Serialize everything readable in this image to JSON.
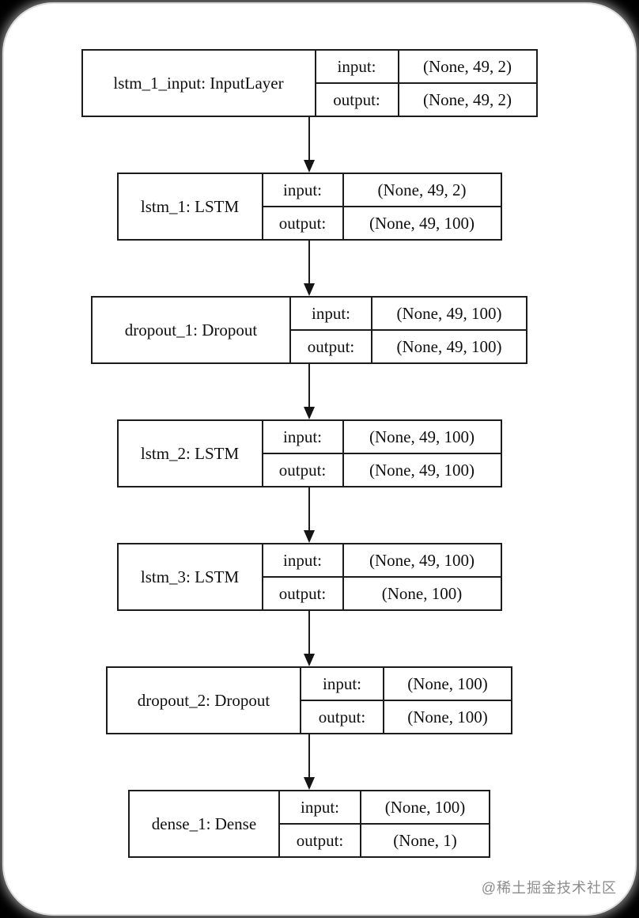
{
  "diagram": {
    "type": "keras-model-architecture",
    "colors": {
      "line": "#1c1c1c",
      "node_background": "#ffffff",
      "canvas_background": "#ffffff",
      "outer_background": "#000000",
      "watermark": "#8c8c8c"
    },
    "nodes": [
      {
        "name": "lstm_1_input: InputLayer",
        "input_label": "input:",
        "output_label": "output:",
        "input_shape": "(None, 49, 2)",
        "output_shape": "(None, 49, 2)"
      },
      {
        "name": "lstm_1: LSTM",
        "input_label": "input:",
        "output_label": "output:",
        "input_shape": "(None, 49, 2)",
        "output_shape": "(None, 49, 100)"
      },
      {
        "name": "dropout_1: Dropout",
        "input_label": "input:",
        "output_label": "output:",
        "input_shape": "(None, 49, 100)",
        "output_shape": "(None, 49, 100)"
      },
      {
        "name": "lstm_2: LSTM",
        "input_label": "input:",
        "output_label": "output:",
        "input_shape": "(None, 49, 100)",
        "output_shape": "(None, 49, 100)"
      },
      {
        "name": "lstm_3: LSTM",
        "input_label": "input:",
        "output_label": "output:",
        "input_shape": "(None, 49, 100)",
        "output_shape": "(None, 100)"
      },
      {
        "name": "dropout_2: Dropout",
        "input_label": "input:",
        "output_label": "output:",
        "input_shape": "(None, 100)",
        "output_shape": "(None, 100)"
      },
      {
        "name": "dense_1: Dense",
        "input_label": "input:",
        "output_label": "output:",
        "input_shape": "(None, 100)",
        "output_shape": "(None, 1)"
      }
    ],
    "edges": [
      "lstm_1_input->lstm_1",
      "lstm_1->dropout_1",
      "dropout_1->lstm_2",
      "lstm_2->lstm_3",
      "lstm_3->dropout_2",
      "dropout_2->dense_1"
    ]
  },
  "watermark": {
    "text": "@稀土掘金技术社区"
  }
}
